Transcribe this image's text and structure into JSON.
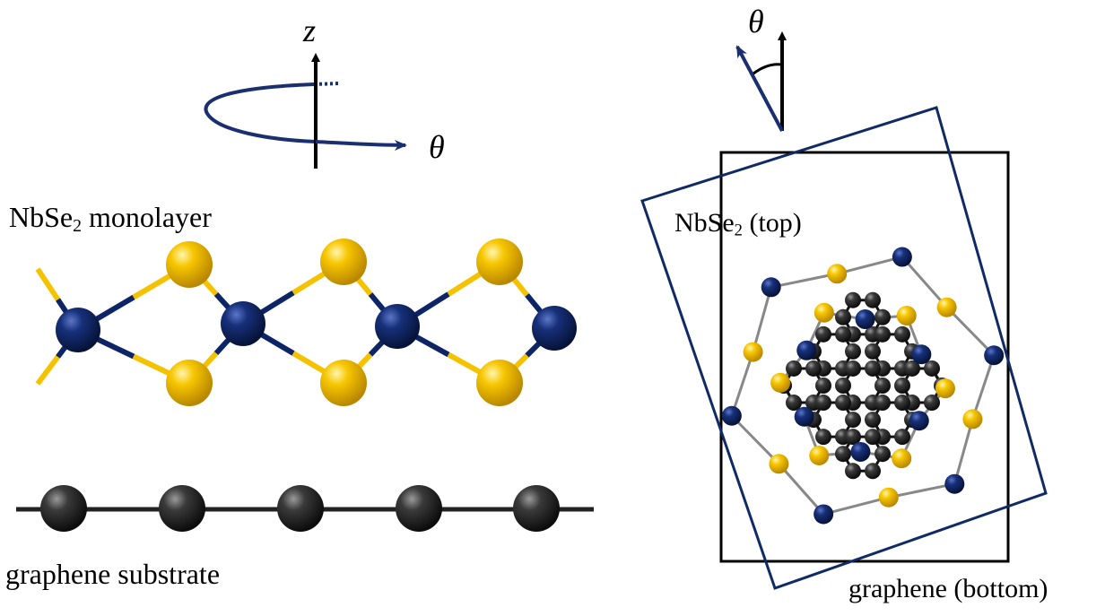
{
  "left_panel": {
    "axis_label": "z",
    "rotation_label": "θ",
    "layer_label": {
      "main": "NbSe",
      "subscript": "2",
      "rest": " monolayer"
    },
    "substrate_label": "graphene substrate"
  },
  "right_panel": {
    "angle_label": "θ",
    "top_label": {
      "main": "NbSe",
      "subscript": "2",
      "rest": " (top)"
    },
    "bottom_label": "graphene (bottom)"
  },
  "colors": {
    "nb_atom": "#0d2466",
    "se_atom": "#f5c200",
    "carbon_atom": "#2a2a2a",
    "rotation_arrow": "#1a2f70",
    "nbse2_frame": "#102a66",
    "graphene_frame": "#000000"
  }
}
